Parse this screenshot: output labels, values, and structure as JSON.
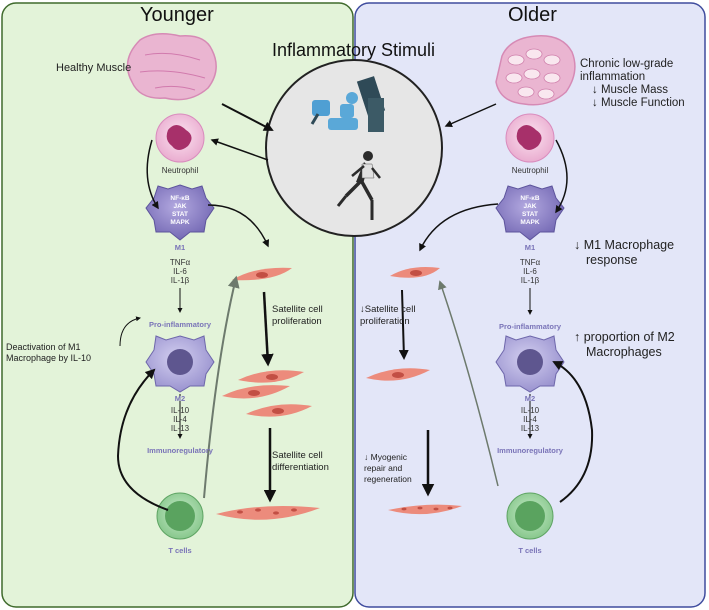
{
  "panels": {
    "younger_title": "Younger",
    "older_title": "Older"
  },
  "center": {
    "title": "Inflammatory Stimuli"
  },
  "younger": {
    "healthy_muscle": "Healthy Muscle",
    "neutrophil": "Neutrophil",
    "m1_markers": [
      "NF-κB",
      "JAK",
      "STAT",
      "MAPK"
    ],
    "m1": "M1",
    "cytokines_pro": [
      "TNFα",
      "IL-6",
      "IL-1β"
    ],
    "pro_inflammatory": "Pro-inflammatory",
    "deactivation_line1": "Deactivation of M1",
    "deactivation_line2": "Macrophage by IL-10",
    "m2": "M2",
    "cytokines_reg": [
      "IL-10",
      "IL-4",
      "IL-13"
    ],
    "immunoregulatory": "Immunoregulatory",
    "t_cells": "T cells",
    "satellite_prolif_line1": "Satellite cell",
    "satellite_prolif_line2": "proliferation",
    "satellite_diff_line1": "Satellite cell",
    "satellite_diff_line2": "differentiation"
  },
  "older": {
    "chronic_line1": "Chronic low-grade",
    "chronic_line2": "inflammation",
    "chronic_line3": "↓ Muscle Mass",
    "chronic_line4": "↓ Muscle Function",
    "neutrophil": "Neutrophil",
    "m1_markers": [
      "NF-κB",
      "JAK",
      "STAT",
      "MAPK"
    ],
    "m1": "M1",
    "m1_response_line1": "↓ M1 Macrophage",
    "m1_response_line2": "response",
    "cytokines_pro": [
      "TNFα",
      "IL-6",
      "IL-1β"
    ],
    "pro_inflammatory": "Pro-inflammatory",
    "m2_prop_line1": "↑ proportion of M2",
    "m2_prop_line2": "Macrophages",
    "m2": "M2",
    "cytokines_reg": [
      "IL-10",
      "IL-4",
      "IL-13"
    ],
    "immunoregulatory": "Immunoregulatory",
    "t_cells": "T cells",
    "satellite_prolif_line1": "↓Satellite cell",
    "satellite_prolif_line2": "proliferation",
    "myogenic_line1": "↓ Myogenic",
    "myogenic_line2": "repair and",
    "myogenic_line3": "regeneration"
  },
  "colors": {
    "younger_bg": "#e3f3d9",
    "younger_border": "#3f6a2c",
    "older_bg": "#e3e6f8",
    "older_border": "#3f4c9e",
    "macrophage": "#8e83c8",
    "neutrophil": "#f0bcd9",
    "muscle_cell": "#ec8b7c",
    "t_cell": "#8fcc93",
    "label_purple": "#7a74b8"
  },
  "icons": [
    "healthy-muscle-tissue-icon",
    "inflamed-muscle-tissue-icon",
    "neutrophil-icon",
    "m1-macrophage-icon",
    "m2-macrophage-icon",
    "t-cell-icon",
    "satellite-cell-icon",
    "leg-press-machine-icon",
    "runner-icon"
  ]
}
